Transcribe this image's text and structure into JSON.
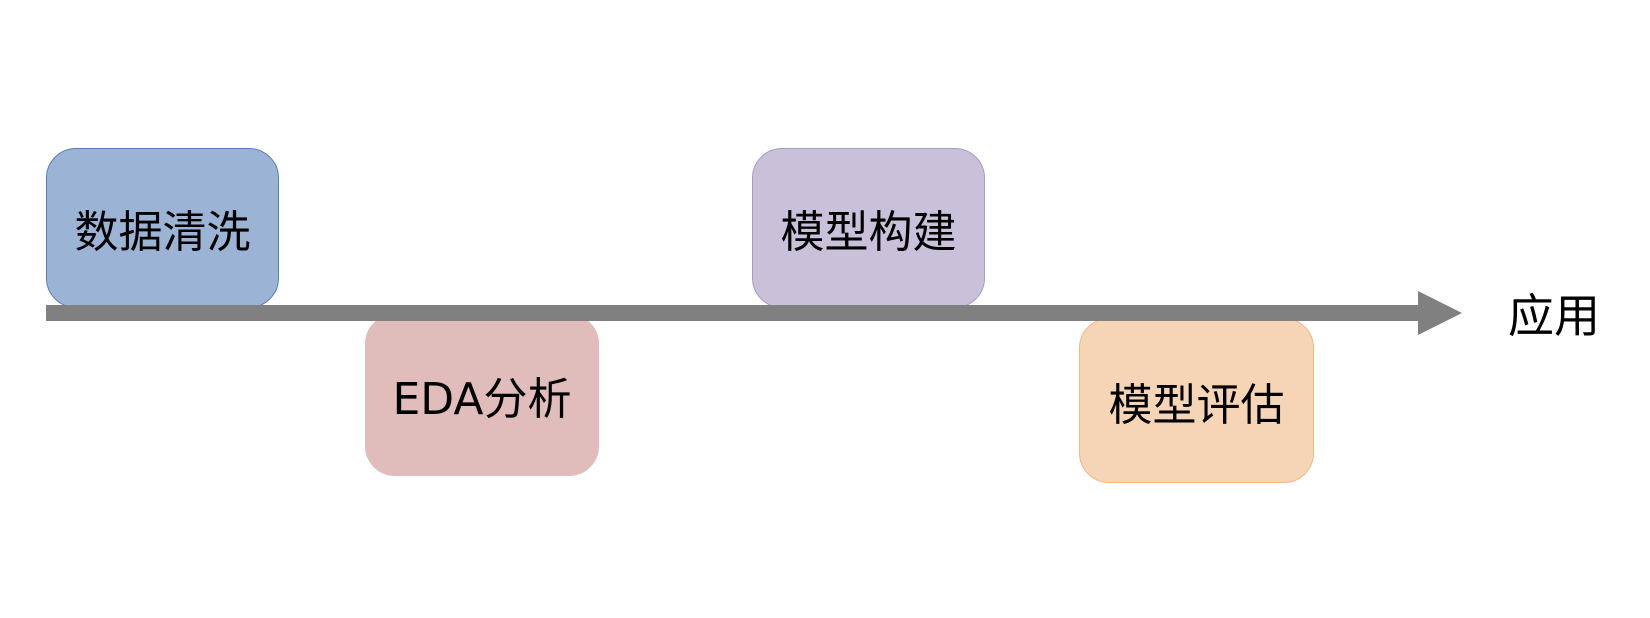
{
  "stages": [
    {
      "label": "数据清洗",
      "fill": "#9bb3d4",
      "border": "#5b7fb8"
    },
    {
      "label": "EDA分析",
      "fill": "#e0bcbb",
      "border": "#e0bcbb"
    },
    {
      "label": "模型构建",
      "fill": "#c9c1d9",
      "border": "#a79cc6"
    },
    {
      "label": "模型评估",
      "fill": "#f5d5b6",
      "border": "#f0b983"
    }
  ],
  "end_label": "应用",
  "timeline_color": "#808080"
}
